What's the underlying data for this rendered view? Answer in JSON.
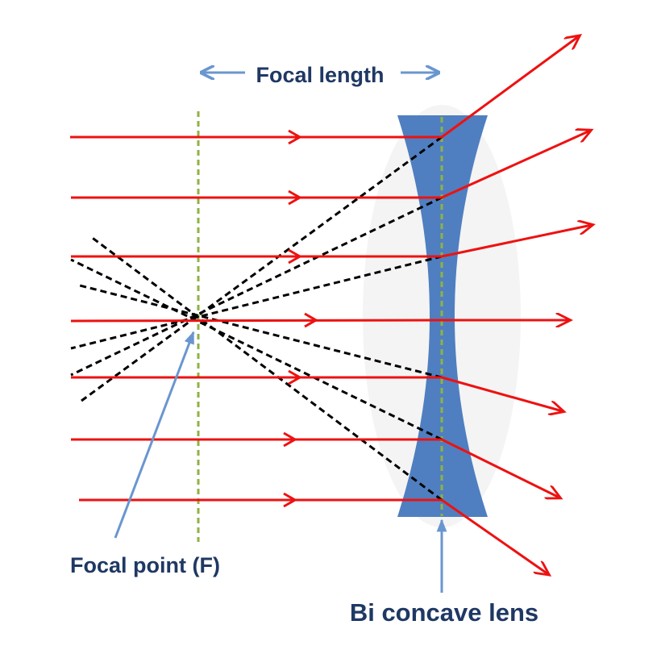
{
  "diagram": {
    "labels": {
      "focal_length": "Focal length",
      "focal_point": "Focal point (F)",
      "lens": "Bi concave lens"
    },
    "colors": {
      "ray": "#ee1111",
      "extension": "#000000",
      "axis": "#8fb245",
      "lens": "#4f7fc0",
      "annotation": "#6a96cf",
      "text": "#1f3864",
      "halo": "#f4f4f4"
    }
  }
}
